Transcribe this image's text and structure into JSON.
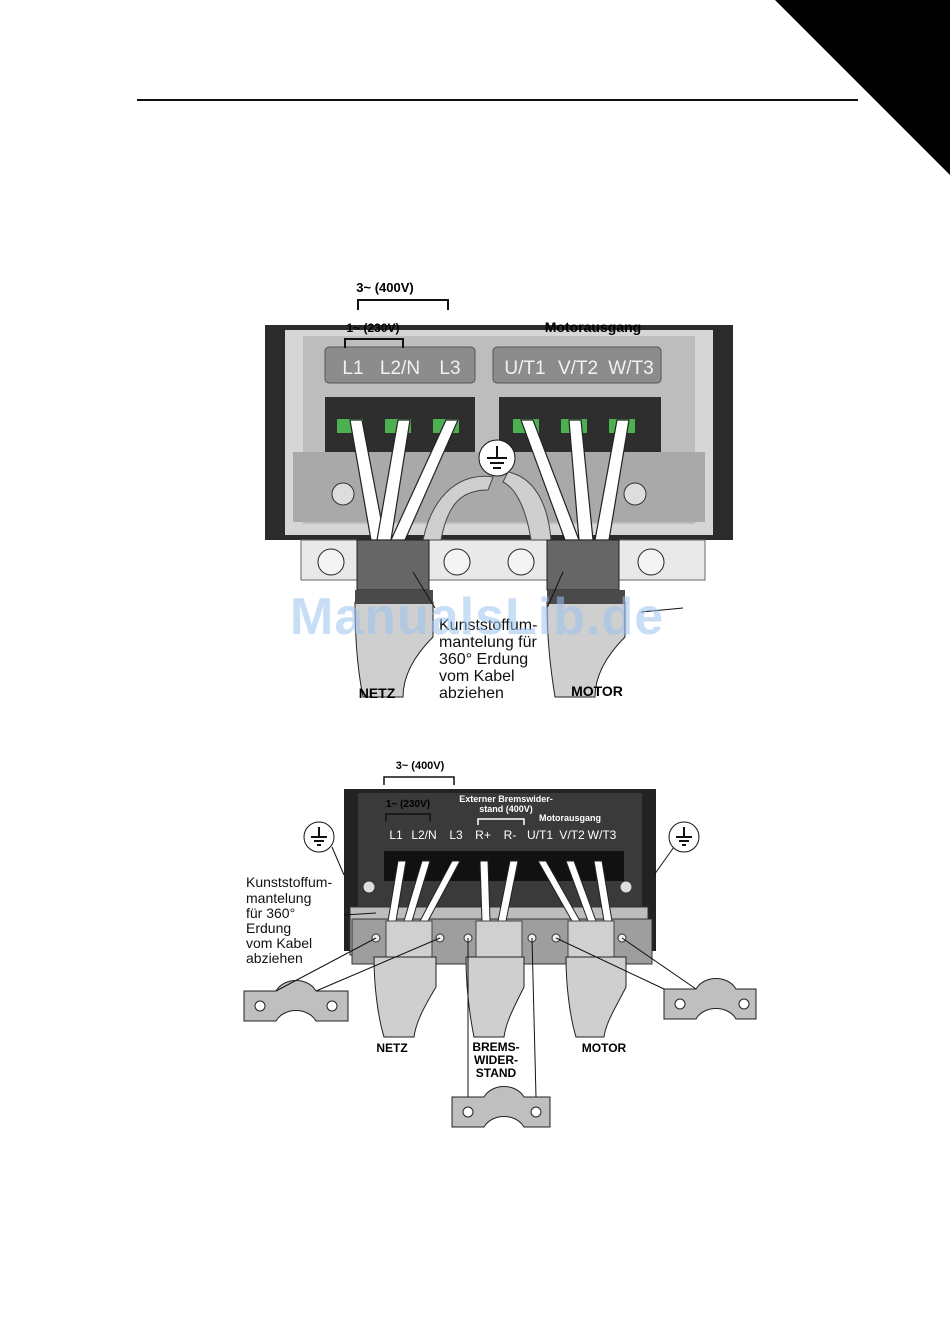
{
  "fig1": {
    "voltage_3ph": "3~ (400V)",
    "voltage_1ph": "1~ (230V)",
    "motor_output": "Motorausgang",
    "mains_terminals": [
      "L1",
      "L2/N",
      "L3"
    ],
    "motor_terminals": [
      "U/T1",
      "V/T2",
      "W/T3"
    ],
    "strip_note": [
      "Kunststoffum-",
      "mantelung für",
      "360° Erdung",
      "vom Kabel",
      "abziehen"
    ],
    "label_mains": "NETZ",
    "label_motor": "MOTOR"
  },
  "fig2": {
    "voltage_3ph": "3~ (400V)",
    "voltage_1ph": "1~ (230V)",
    "brake_header": [
      "Externer Bremswider-",
      "stand (400V)"
    ],
    "motor_output": "Motorausgang",
    "terminals": [
      "L1",
      "L2/N",
      "L3",
      "R+",
      "R-",
      "U/T1",
      "V/T2",
      "W/T3"
    ],
    "strip_note": [
      "Kunststoffum-",
      "mantelung",
      "für 360°",
      "Erdung",
      "vom Kabel",
      "abziehen"
    ],
    "label_mains": "NETZ",
    "label_brake": [
      "BREMS-",
      "WIDER-",
      "STAND"
    ],
    "label_motor": "MOTOR"
  },
  "watermark": "ManualsLib.de"
}
